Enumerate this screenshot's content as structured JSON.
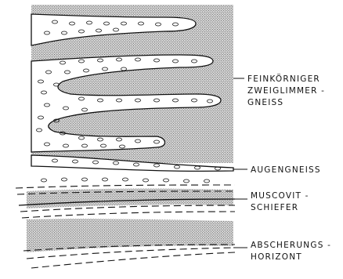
{
  "labels": {
    "feinkorniger": "FEINKÖRNIGER",
    "zweiglimmer": "ZWEIGLIMMER -",
    "gneiss": "GNEISS",
    "augengneiss": "AUGENGNEISS",
    "muscovit": "MUSCOVIT -",
    "schiefer": "SCHIEFER",
    "abscherungs": "ABSCHERUNGS -",
    "horizont": "HORIZONT"
  },
  "colors": {
    "ink": "#111111",
    "paper": "#ffffff",
    "stipple_dot": "#555555"
  }
}
